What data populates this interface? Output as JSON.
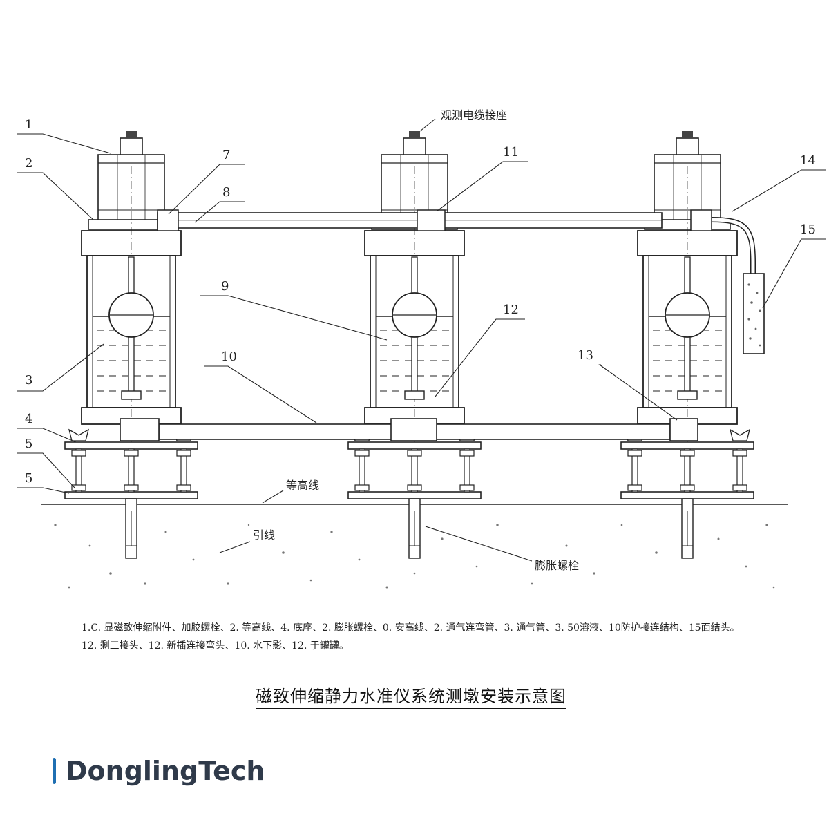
{
  "diagram": {
    "part_numbers": [
      "1",
      "2",
      "3",
      "4",
      "5",
      "5",
      "7",
      "8",
      "9",
      "10",
      "11",
      "12",
      "13",
      "14",
      "15"
    ],
    "callouts": {
      "cable_connector": "观测电缆接座",
      "equal_height_line": "等高线",
      "lead_wire": "引线",
      "expansion_bolt": "膨胀螺栓"
    }
  },
  "legend": {
    "line1": "1.C. 显磁致伸缩附件、加胶螺栓、2. 等高线、4. 底座、2. 膨胀螺栓、0. 安高线、2. 通气连弯管、3. 通气管、3. 50溶液、10防护接连结构、15面结头。",
    "line2": "12. 剩三接头、12. 新插连接弯头、10. 水下影、12. 于罐罐。"
  },
  "title": "磁致伸缩静力水准仪系统测墩安装示意图",
  "brand": {
    "name": "DonglingTech",
    "text_color": "#2f3a4a",
    "accent_color": "#1f6fb2"
  }
}
